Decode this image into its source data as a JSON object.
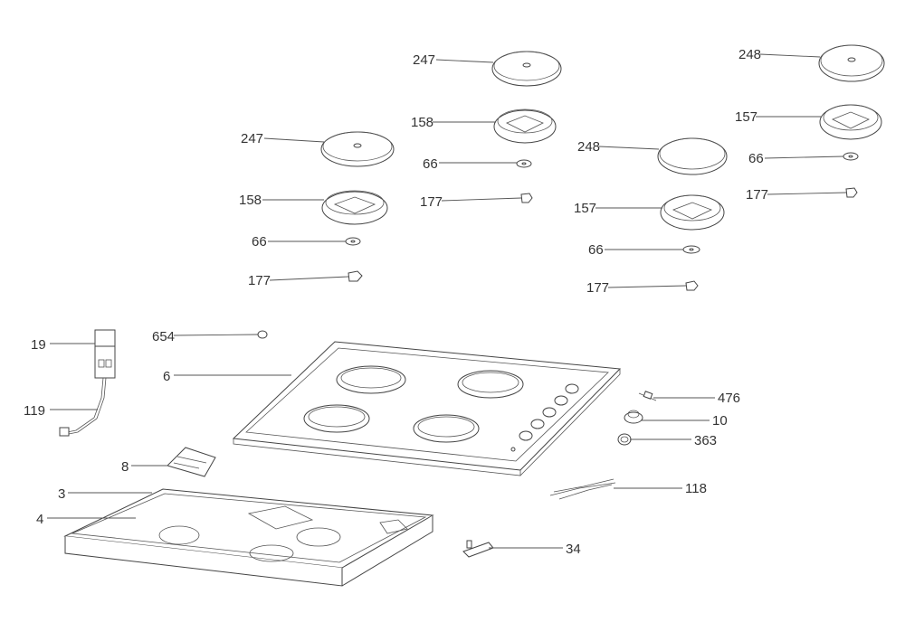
{
  "callouts": [
    {
      "id": "c247a",
      "text": "247"
    },
    {
      "id": "c158a",
      "text": "158"
    },
    {
      "id": "c66a",
      "text": "66"
    },
    {
      "id": "c177a",
      "text": "177"
    },
    {
      "id": "c247b",
      "text": "247"
    },
    {
      "id": "c158b",
      "text": "158"
    },
    {
      "id": "c66b",
      "text": "66"
    },
    {
      "id": "c177b",
      "text": "177"
    },
    {
      "id": "c248a",
      "text": "248"
    },
    {
      "id": "c157a",
      "text": "157"
    },
    {
      "id": "c66c",
      "text": "66"
    },
    {
      "id": "c177c",
      "text": "177"
    },
    {
      "id": "c248b",
      "text": "248"
    },
    {
      "id": "c157b",
      "text": "157"
    },
    {
      "id": "c66d",
      "text": "66"
    },
    {
      "id": "c177d",
      "text": "177"
    },
    {
      "id": "c654",
      "text": "654"
    },
    {
      "id": "c6",
      "text": "6"
    },
    {
      "id": "c19",
      "text": "19"
    },
    {
      "id": "c119",
      "text": "119"
    },
    {
      "id": "c8",
      "text": "8"
    },
    {
      "id": "c3",
      "text": "3"
    },
    {
      "id": "c4",
      "text": "4"
    },
    {
      "id": "c476",
      "text": "476"
    },
    {
      "id": "c10",
      "text": "10"
    },
    {
      "id": "c363",
      "text": "363"
    },
    {
      "id": "c118",
      "text": "118"
    },
    {
      "id": "c34",
      "text": "34"
    }
  ]
}
